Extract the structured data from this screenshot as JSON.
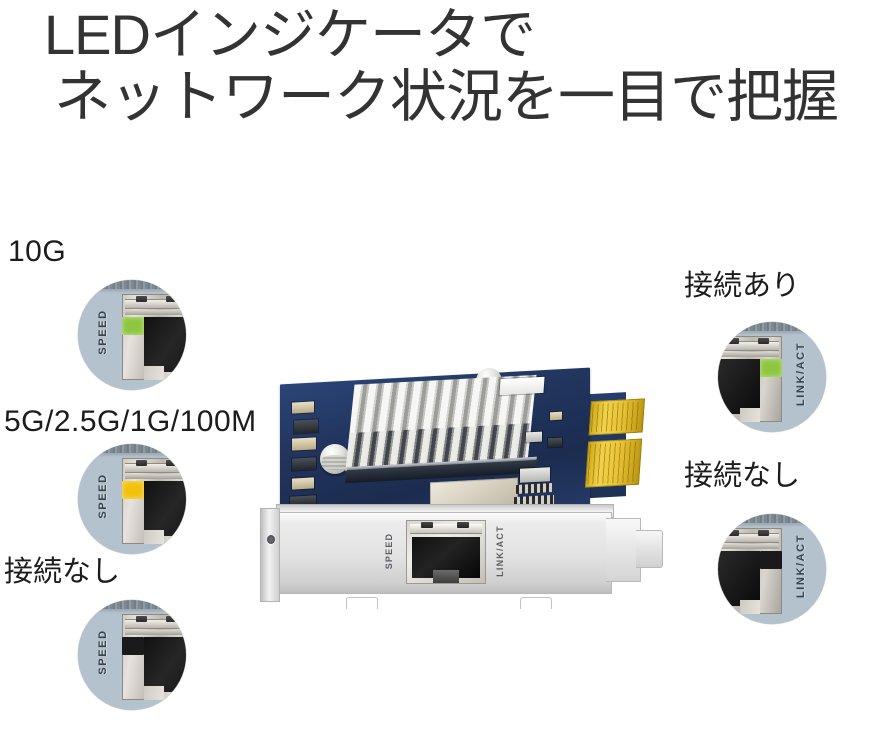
{
  "title": {
    "line1": "LEDインジケータで",
    "line2": "ネットワーク状況を一目で把握"
  },
  "colors": {
    "led_green": "#8DC63F",
    "led_amber": "#F2C20C",
    "led_off": "#1a1a1a",
    "circle_bg": "#b4c2cd",
    "pcb_blue": "#21355e",
    "gold_fingers": "#E8C134",
    "bracket_silver": "#e2e2e2",
    "title_text": "#333333"
  },
  "speed_led": {
    "legend": "SPEED",
    "states": [
      {
        "id": "speed-10g",
        "label": "10G",
        "led_state": "green",
        "led_color": "#8DC63F"
      },
      {
        "id": "speed-multi",
        "label": "5G/2.5G/1G/100M",
        "led_state": "amber",
        "led_color": "#F2C20C"
      },
      {
        "id": "speed-none",
        "label": "接続なし",
        "led_state": "off",
        "led_color": "#1a1a1a"
      }
    ]
  },
  "link_act_led": {
    "legend": "LINK/ACT",
    "states": [
      {
        "id": "link-on",
        "label": "接続あり",
        "led_state": "green",
        "led_color": "#8DC63F"
      },
      {
        "id": "link-off",
        "label": "接続なし",
        "led_state": "off",
        "led_color": "#1a1a1a"
      }
    ]
  },
  "card": {
    "port_legend_left": "SPEED",
    "port_legend_right": "LINK/ACT"
  }
}
